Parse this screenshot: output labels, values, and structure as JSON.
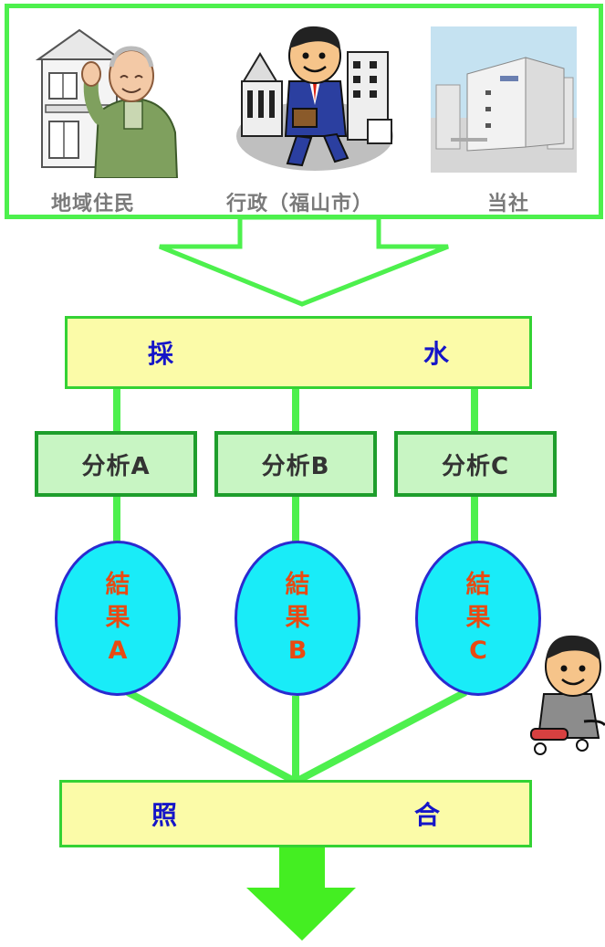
{
  "participants": [
    {
      "label": "地域住民",
      "icon": "elderly-resident-icon"
    },
    {
      "label": "行政（福山市）",
      "icon": "city-official-icon"
    },
    {
      "label": "当社",
      "icon": "company-building-icon"
    }
  ],
  "sampling": {
    "left": "採",
    "right": "水"
  },
  "analyses": [
    {
      "label": "分析A"
    },
    {
      "label": "分析B"
    },
    {
      "label": "分析C"
    }
  ],
  "results": [
    {
      "line1": "結",
      "line2": "果",
      "line3": "A"
    },
    {
      "line1": "結",
      "line2": "果",
      "line3": "B"
    },
    {
      "line1": "結",
      "line2": "果",
      "line3": "C"
    }
  ],
  "collation": {
    "left": "照",
    "right": "合"
  },
  "colors": {
    "line_green": "#4df04d",
    "box_yellow": "#fbfba8",
    "analysis_green": "#c8f5c3",
    "result_cyan": "#19ecf8",
    "result_text": "#e84a12",
    "bar_text": "#1515c8"
  }
}
